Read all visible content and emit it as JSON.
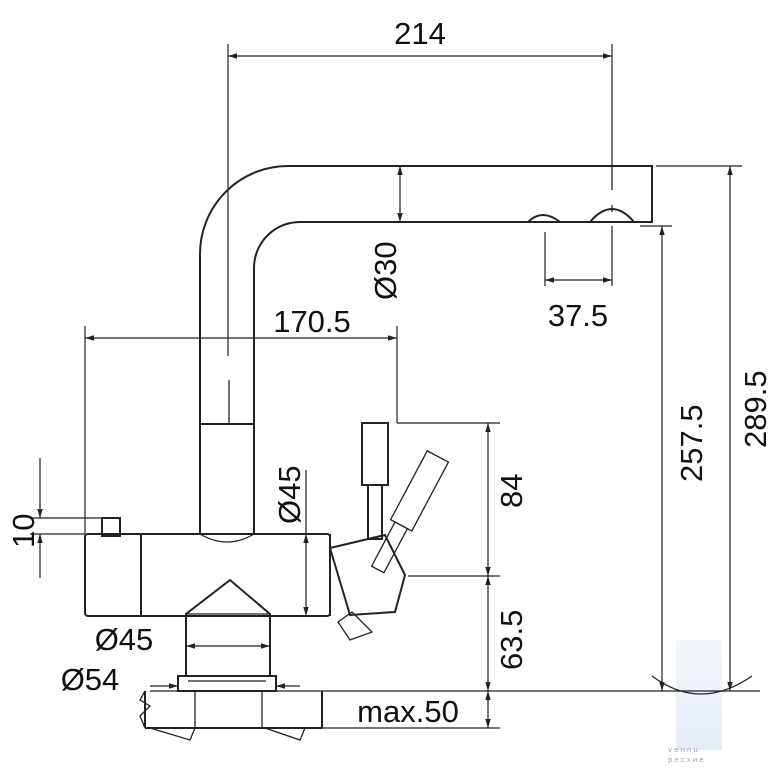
{
  "dimensions": {
    "overall_reach": "214",
    "spout_diameter": "Ø30",
    "outlet_spacing": "37.5",
    "body_width": "170.5",
    "lever_height": "10",
    "body_diameter": "Ø45",
    "handle_height": "84",
    "outlet_height": "257.5",
    "total_height": "289.5",
    "base_height": "63.5",
    "base_diameter": "Ø45",
    "flange_diameter": "Ø54",
    "max_worktop": "max.50"
  },
  "watermark": {
    "line1": "vennu",
    "line2": "ресхие"
  },
  "colors": {
    "line": "#222222",
    "text": "#111111",
    "watermark": "#9aa8b8"
  }
}
